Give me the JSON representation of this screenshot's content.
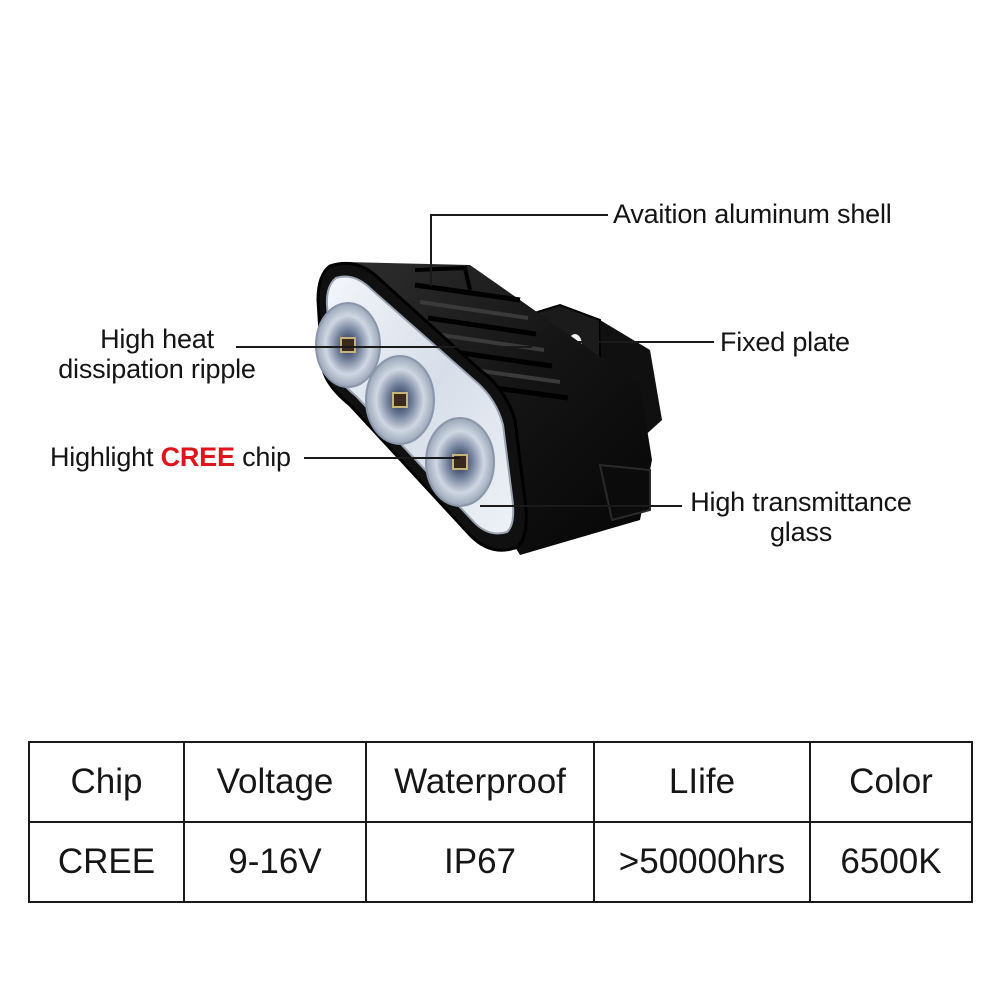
{
  "callouts": {
    "shell": "Avaition aluminum shell",
    "ripple_line1": "High heat",
    "ripple_line2": "dissipation ripple",
    "plate": "Fixed plate",
    "chip_prefix": "Highlight ",
    "chip_accent": "CREE",
    "chip_suffix": " chip",
    "glass_line1": "High transmittance",
    "glass_line2": "glass"
  },
  "colors": {
    "accent": "#e0141a",
    "housing": "#121212",
    "lens": "#e6ecf4"
  },
  "spec_table": {
    "headers": [
      "Chip",
      "Voltage",
      "Waterproof",
      "LIife",
      "Color"
    ],
    "values": [
      "CREE",
      "9-16V",
      "IP67",
      ">50000hrs",
      "6500K"
    ]
  }
}
